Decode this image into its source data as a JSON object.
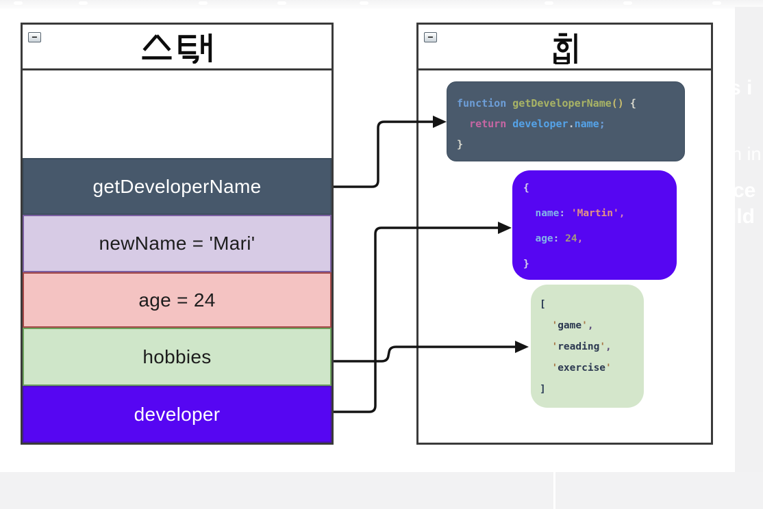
{
  "stack": {
    "title": "스택",
    "collapse": "−",
    "rows": [
      {
        "id": "empty-frame",
        "label": "",
        "bg": "#ffffff",
        "border": "",
        "text": "#1d1d1d"
      },
      {
        "id": "getDeveloperName",
        "label": "getDeveloperName",
        "bg": "#47586b",
        "border": "#3e4e5e",
        "text": "#ffffff"
      },
      {
        "id": "newName",
        "label": "newName = 'Mari'",
        "bg": "#d7cbe5",
        "border": "#7b5fa2",
        "text": "#1d1d1d"
      },
      {
        "id": "age",
        "label": "age = 24",
        "bg": "#f4c3c2",
        "border": "#a34747",
        "text": "#1d1d1d"
      },
      {
        "id": "hobbies",
        "label": "hobbies",
        "bg": "#cfe6c9",
        "border": "#6ba15b",
        "text": "#1d1d1d"
      },
      {
        "id": "developer",
        "label": "developer",
        "bg": "#5606f2",
        "border": "#4a10c0",
        "text": "#ffffff"
      }
    ]
  },
  "heap": {
    "title": "힙",
    "collapse": "−",
    "function_box": {
      "bg": "#4a5a6c",
      "border": "#3f4f60",
      "lines": [
        [
          {
            "t": "function ",
            "c": "#6d9ed8"
          },
          {
            "t": "getDeveloperName",
            "c": "#a9b465"
          },
          {
            "t": "()",
            "c": "#c7bc6e"
          },
          {
            "t": " {",
            "c": "#d9d9ce"
          }
        ],
        [
          {
            "t": "  ",
            "c": "#c9cfd6"
          },
          {
            "t": "return ",
            "c": "#c766a3"
          },
          {
            "t": "developer",
            "c": "#55a3e8"
          },
          {
            "t": ".",
            "c": "#c9cfd6"
          },
          {
            "t": "name",
            "c": "#55a3e8"
          },
          {
            "t": ";",
            "c": "#6d9ed8"
          }
        ],
        [
          {
            "t": "}",
            "c": "#d9d9ce"
          }
        ]
      ]
    },
    "object_box": {
      "bg": "#5606f2",
      "lines": [
        [
          {
            "t": "{",
            "c": "#d5d4ea"
          }
        ],
        [
          {
            "t": "  ",
            "c": "#d5d4ea"
          },
          {
            "t": "name",
            "c": "#83b5e8"
          },
          {
            "t": ": ",
            "c": "#b9c2e2"
          },
          {
            "t": "'Martin'",
            "c": "#e29383"
          },
          {
            "t": ",",
            "c": "#d884b8"
          }
        ],
        [
          {
            "t": "  ",
            "c": "#d5d4ea"
          },
          {
            "t": "age",
            "c": "#83b5e8"
          },
          {
            "t": ": ",
            "c": "#b9c2e2"
          },
          {
            "t": "24",
            "c": "#a39a7d"
          },
          {
            "t": ",",
            "c": "#d884b8"
          }
        ],
        [
          {
            "t": "}",
            "c": "#d5d4ea"
          }
        ]
      ]
    },
    "array_box": {
      "bg": "#d4e6cb",
      "lines": [
        [
          {
            "t": "[",
            "c": "#2b3c56"
          }
        ],
        [
          {
            "t": "  ",
            "c": "#2b3c56"
          },
          {
            "t": "'",
            "c": "#a87848"
          },
          {
            "t": "game",
            "c": "#2b3850"
          },
          {
            "t": "'",
            "c": "#a87848"
          },
          {
            "t": ",",
            "c": "#5a4a7a"
          }
        ],
        [
          {
            "t": "  ",
            "c": "#2b3c56"
          },
          {
            "t": "'",
            "c": "#a87848"
          },
          {
            "t": "reading",
            "c": "#2b3850"
          },
          {
            "t": "'",
            "c": "#a87848"
          },
          {
            "t": ",",
            "c": "#5a4a7a"
          }
        ],
        [
          {
            "t": "  ",
            "c": "#2b3c56"
          },
          {
            "t": "'",
            "c": "#a87848"
          },
          {
            "t": "exercise",
            "c": "#2b3850"
          },
          {
            "t": "'",
            "c": "#a87848"
          }
        ],
        [
          {
            "t": "]",
            "c": "#2b3c56"
          }
        ]
      ]
    }
  },
  "arrows": [
    {
      "from": "getDeveloperName",
      "to": "function-box"
    },
    {
      "from": "developer",
      "to": "object-box"
    },
    {
      "from": "hobbies",
      "to": "array-box"
    }
  ],
  "background": {
    "right_fragments": [
      {
        "text": "s i",
        "weight": "bold"
      },
      {
        "text": "n in",
        "weight": "normal"
      },
      {
        "text": "ce",
        "weight": "bold"
      },
      {
        "text": "ild",
        "weight": "bold"
      }
    ]
  },
  "colors": {
    "outer_border": "#3a3a3a",
    "arrow": "#141414",
    "slate": "#47586b",
    "indigo": "#5606f2",
    "light_green": "#d4e6cb",
    "page_gray": "#f1f1f2"
  }
}
